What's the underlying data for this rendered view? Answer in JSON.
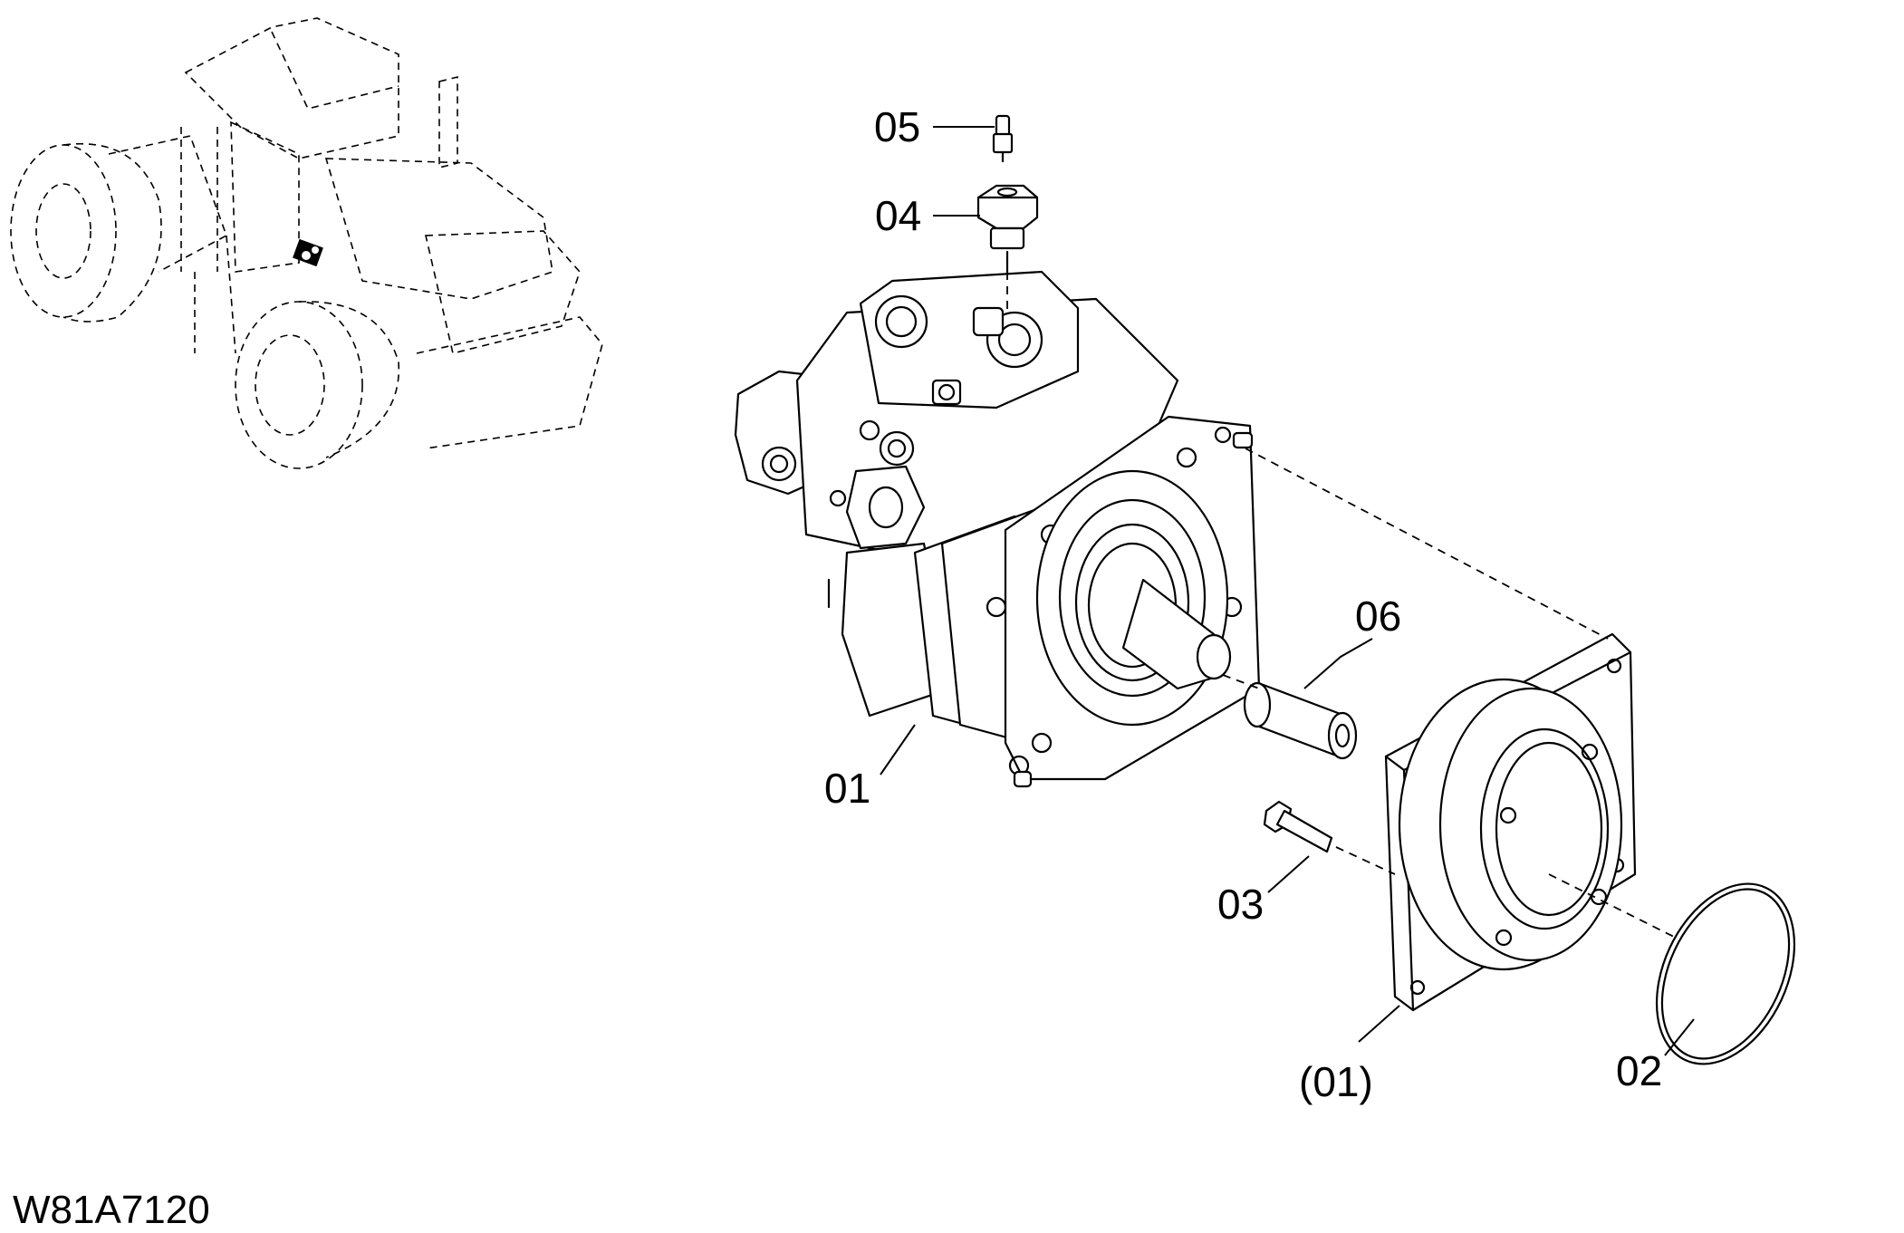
{
  "diagram": {
    "drawing_number": "W81A7120",
    "callouts": [
      {
        "id": "05",
        "label": "05"
      },
      {
        "id": "04",
        "label": "04"
      },
      {
        "id": "06",
        "label": "06"
      },
      {
        "id": "01",
        "label": "01"
      },
      {
        "id": "03",
        "label": "03"
      },
      {
        "id": "01-sub",
        "label": "(01)"
      },
      {
        "id": "02",
        "label": "02"
      }
    ]
  }
}
